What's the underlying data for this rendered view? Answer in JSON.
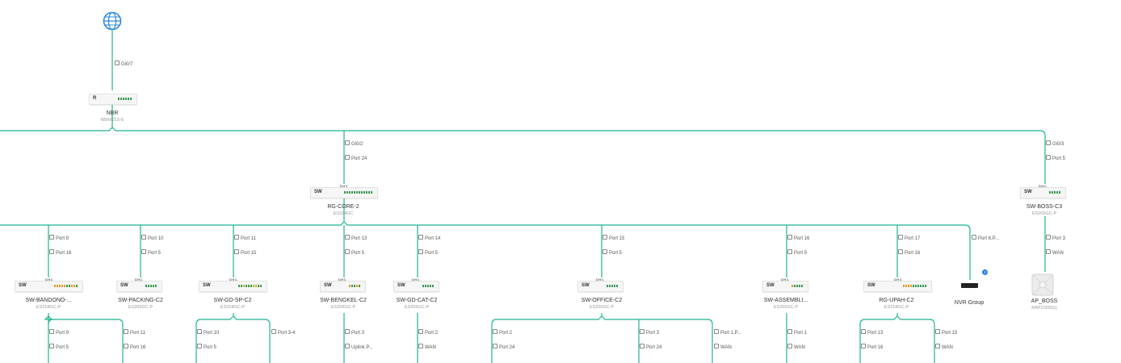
{
  "colors": {
    "link": "#1bb495",
    "globe": "#2b88d8",
    "label": "#555555",
    "model": "#999999"
  },
  "internet": {
    "icon": "globe-icon",
    "uplink_label": "Gi0/7"
  },
  "router": {
    "name": "NBR",
    "model": "NBR6215-E",
    "tag": "R"
  },
  "core_links": {
    "core2_gi": "Gi0/2",
    "core2_port": "Port 24",
    "boss_gi": "Gi0/3",
    "boss_port": "Port 5"
  },
  "core": {
    "name": "RG-CORE-2",
    "model": "ES224GC",
    "tag": "SW"
  },
  "boss": {
    "name": "SW-BOSS-C3",
    "model": "ES205GC-P",
    "tag": "SW"
  },
  "switches": [
    {
      "name": "SW-BANDONO-...",
      "model": "ES218GC-P",
      "tag": "SW",
      "up_a": "Port 9",
      "up_b": "Port 16"
    },
    {
      "name": "SW-PACKING-C2",
      "model": "ES205GC-P",
      "tag": "SW",
      "up_a": "Port 10",
      "up_b": "Port 5"
    },
    {
      "name": "SW-GD-SP-C2",
      "model": "ES218GC-P",
      "tag": "SW",
      "up_a": "Port 11",
      "up_b": "Port 15"
    },
    {
      "name": "SW-BENGKEL-C2",
      "model": "ES205GC-P",
      "tag": "SW",
      "up_a": "Port 13",
      "up_b": "Port 5"
    },
    {
      "name": "SW-GD-CAT-C2",
      "model": "ES205GC-P",
      "tag": "SW",
      "up_a": "Port 14",
      "up_b": "Port 5"
    },
    {
      "name": "SW-OFFICE-C2",
      "model": "ES205GC-P",
      "tag": "SW",
      "up_a": "Port 15",
      "up_b": "Port 5"
    },
    {
      "name": "SW-ASSEMBLI...",
      "model": "ES205GC-P",
      "tag": "SW",
      "up_a": "Port 16",
      "up_b": "Port 5"
    },
    {
      "name": "RG-UPAH-C2",
      "model": "ES218GC-P",
      "tag": "SW",
      "up_a": "Port 17",
      "up_b": "Port 16"
    }
  ],
  "nvr": {
    "name": "NVR Group",
    "port": "Port 6,P...",
    "count": "2"
  },
  "ap": {
    "name": "AP_BOSS",
    "model": "RAP2260(G)",
    "up_a": "Port 3",
    "up_b": "WAN"
  },
  "children": {
    "bandono": [
      {
        "a": "Port 9",
        "b": "Port 5"
      },
      {
        "a": "Port 11",
        "b": "Port 16"
      }
    ],
    "gdsp": [
      {
        "a": "Port 10",
        "b": "Port 5"
      },
      {
        "a": "Port 3-4",
        "b": ""
      }
    ],
    "bengkel": [
      {
        "a": "Port 3",
        "b": "Uplink P..."
      }
    ],
    "gdcat": [
      {
        "a": "Port 2",
        "b": "WAN"
      }
    ],
    "office": [
      {
        "a": "Port 2",
        "b": "Port 24"
      },
      {
        "a": "Port 3",
        "b": "Port 24"
      },
      {
        "a": "Port 1,P...",
        "b": "WAN"
      }
    ],
    "assembli": [
      {
        "a": "Port 1",
        "b": "WAN"
      }
    ],
    "upah": [
      {
        "a": "Port 13",
        "b": "Port 16"
      },
      {
        "a": "Port 15",
        "b": "WAN"
      }
    ]
  }
}
